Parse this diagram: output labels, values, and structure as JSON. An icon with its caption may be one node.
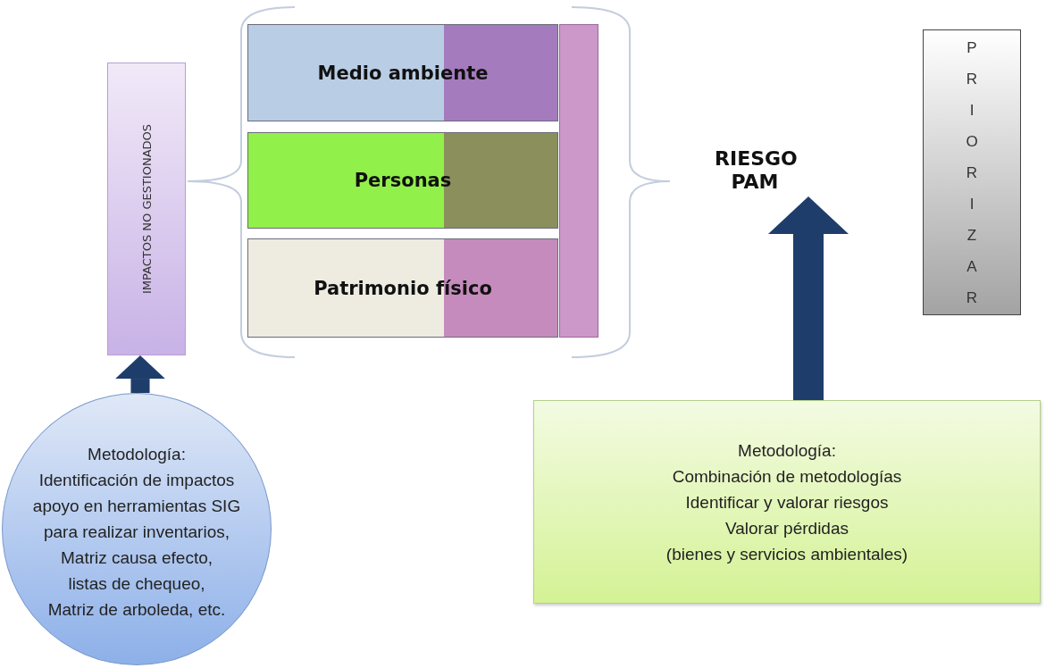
{
  "diagram": {
    "nodes": [
      {
        "text": [
          "IMPACTOS NO GESTIONADOS"
        ]
      },
      {
        "text": [
          "Medio ambiente"
        ]
      },
      {
        "text": [
          "Personas"
        ]
      },
      {
        "text": [
          "Patrimonio físico"
        ]
      },
      {
        "text": [],
        "shape": "bar"
      },
      {
        "text": [
          "RIESGO PAM"
        ]
      },
      {
        "text": [
          "PRIORIZAR"
        ]
      },
      {
        "text": [
          "Metodología:",
          "Identificación de impactos",
          "apoyo en herramientas SIG",
          "para realizar inventarios,",
          "Matriz causa efecto,",
          "listas de chequeo,",
          "Matriz de arboleda, etc."
        ]
      },
      {
        "text": [
          "Metodología:",
          "Combinación de metodologías",
          "Identificar y valorar riesgos",
          "Valorar pérdidas",
          "(bienes y servicios ambientales)"
        ]
      }
    ],
    "edges": [
      {
        "from": 7,
        "to": 0,
        "arrow": "to"
      },
      {
        "from": 8,
        "to": 5,
        "arrow": "to"
      }
    ]
  }
}
